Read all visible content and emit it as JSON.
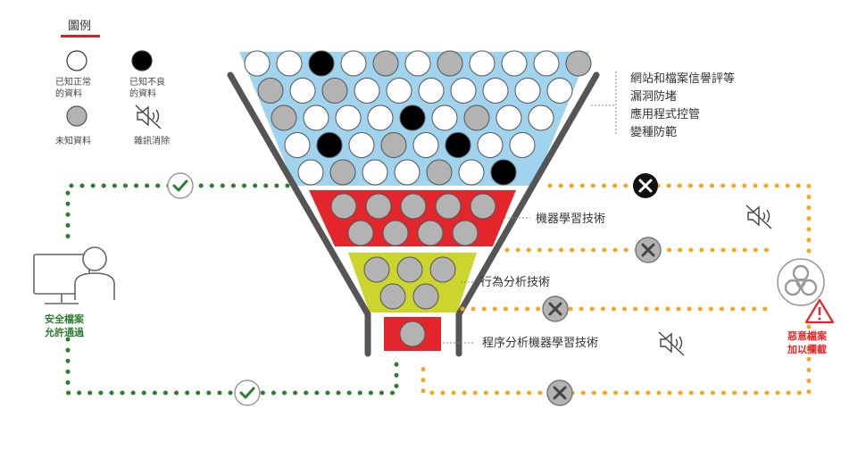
{
  "legend": {
    "title": "圖例",
    "items": [
      {
        "line1": "已知正常",
        "line2": "的資料",
        "fill": "#ffffff"
      },
      {
        "line1": "已知不良",
        "line2": "的資料",
        "fill": "#000000"
      },
      {
        "line1": "未知資料",
        "line2": "",
        "fill": "#b3b3b3"
      },
      {
        "line1": "雜訊消除",
        "line2": "",
        "icon": "mute-speaker-icon"
      }
    ]
  },
  "stages": {
    "top": [
      "網站和檔案信譽評等",
      "漏洞防堵",
      "應用程式控管",
      "變種防範"
    ],
    "stage2": "機器學習技術",
    "stage3": "行為分析技術",
    "stage4": "程序分析機器學習技術"
  },
  "outcomes": {
    "safe": [
      "安全檔案",
      "允許通過"
    ],
    "malicious": [
      "惡意檔案",
      "加以攔截"
    ]
  },
  "colors": {
    "top_band": "#9fd3ee",
    "ml_band": "#e2262b",
    "behavior_band": "#cbd52d",
    "final_band": "#e2262b",
    "funnel_wall": "#555555",
    "safe_path": "#2e7d32",
    "block_path": "#f5a623",
    "danger": "#e2262b",
    "legend_underline": "#c62828"
  },
  "funnel": {
    "rows": [
      [
        "w",
        "w",
        "b",
        "w",
        "g",
        "w",
        "g",
        "w",
        "w",
        "w",
        "g"
      ],
      [
        "g",
        "w",
        "g",
        "w",
        "w",
        "w",
        "w",
        "w",
        "w",
        "w"
      ],
      [
        "g",
        "w",
        "w",
        "w",
        "b",
        "w",
        "g",
        "w",
        "w"
      ],
      [
        "w",
        "b",
        "w",
        "g",
        "w",
        "b",
        "w",
        "w"
      ],
      [
        "w",
        "g",
        "w",
        "w",
        "g",
        "w",
        "b"
      ]
    ],
    "ml_rows": [
      [
        "g",
        "g",
        "g",
        "g",
        "g"
      ],
      [
        "g",
        "g",
        "g",
        "g"
      ]
    ],
    "behavior_rows": [
      [
        "g",
        "g",
        "g"
      ],
      [
        "g",
        "g"
      ]
    ],
    "final_rows": [
      [
        "g"
      ]
    ]
  }
}
